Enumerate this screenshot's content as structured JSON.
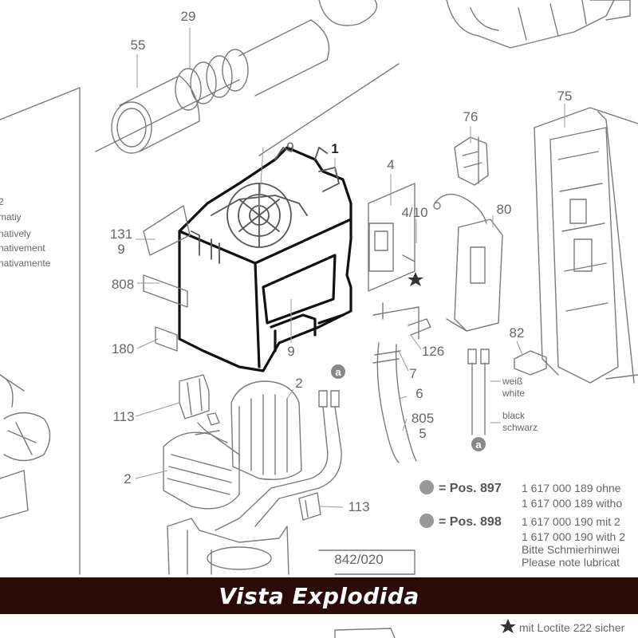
{
  "banner": {
    "title": "Vista Explodida"
  },
  "callouts": {
    "c29": "29",
    "c55": "55",
    "c76": "76",
    "c75": "75",
    "c1": "1",
    "c4": "4",
    "c4_10": "4/10",
    "c80": "80",
    "c131": "131",
    "c9a": "9",
    "c9b": "9",
    "c9c": "9",
    "c808": "808",
    "c180": "180",
    "c126": "126",
    "c82": "82",
    "c7": "7",
    "c2a": "2",
    "c2b": "2",
    "c6": "6",
    "c113a": "113",
    "c113b": "113",
    "c805": "805",
    "c5": "5",
    "c842": "842/020"
  },
  "left_margin_text": {
    "l1": "2",
    "l2": "matiy",
    "l3": "natively",
    "l4": "nativement",
    "l5": "nativamente"
  },
  "wire_labels": {
    "weiss": "weiß",
    "white": "white",
    "black": "black",
    "schwarz": "schwarz"
  },
  "marker_letter": "a",
  "info": {
    "pos897": "= Pos. 897",
    "pos898": "= Pos. 898",
    "line1": "1 617 000 189 ohne",
    "line2": "1 617 000 189 witho",
    "line3": "1 617 000 190 mit 2",
    "line4": "1 617 000 190 with 2",
    "line5": "Bitte Schmierhinwei",
    "line6": "Please note lubricat",
    "loctite": "mit Loctite 222 sicher"
  },
  "colors": {
    "banner_bg": "#2b0b08",
    "banner_text": "#ffffff",
    "line": "#7a7a7a",
    "highlight": "#111111"
  }
}
